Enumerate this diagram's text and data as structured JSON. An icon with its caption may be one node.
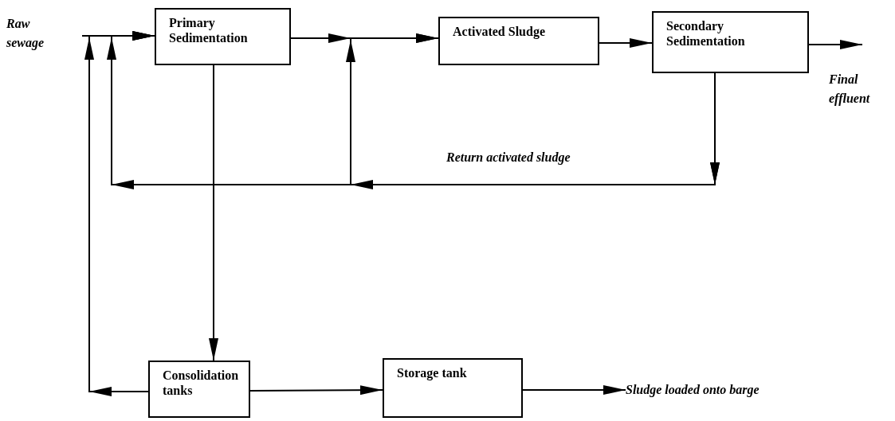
{
  "diagram": {
    "nodes": [
      {
        "text": [
          "Raw sewage"
        ]
      },
      {
        "text": [
          "Primary Sedimentation"
        ]
      },
      {
        "text": [
          "Activated Sludge"
        ]
      },
      {
        "text": [
          "Secondary Sedimentation"
        ]
      },
      {
        "text": [
          "Consolidation tanks"
        ]
      },
      {
        "text": [
          "Storage tank"
        ]
      },
      {
        "text": [
          "Sludge loaded onto barge"
        ]
      }
    ],
    "edges": [
      {
        "from": 0,
        "to": 1,
        "arrow": "to"
      },
      {
        "from": 1,
        "to": 2,
        "arrow": "to"
      },
      {
        "from": 2,
        "to": 3,
        "arrow": "to"
      },
      {
        "from": 3,
        "to": null,
        "arrow": "to"
      },
      {
        "from": 3,
        "to": 2,
        "arrow": "to",
        "label": "Return activated sludge"
      },
      {
        "from": 3,
        "to": 1,
        "arrow": "to"
      },
      {
        "from": 1,
        "to": 4,
        "arrow": "to"
      },
      {
        "from": 4,
        "to": 1,
        "arrow": "to"
      },
      {
        "from": 4,
        "to": 5,
        "arrow": "to"
      },
      {
        "from": 5,
        "to": 6,
        "arrow": "to"
      }
    ],
    "labels": [
      "Final effluent"
    ]
  }
}
